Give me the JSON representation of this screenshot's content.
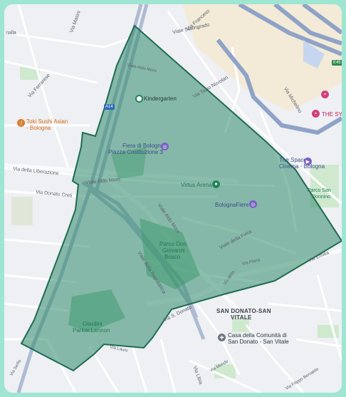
{
  "labels": {
    "via_stalingrado": "Viale Stalingrado",
    "via_ferrarese": "Via Ferrarese",
    "via_francesco": "Via Franceso",
    "viale_aldo_moro_top": "Viale Aldo Moro",
    "via_tazio_nuvolari": "Via Tazio Nuvolari",
    "via_michelino": "Via Michelino",
    "via_della_liberazione": "Via della Liberazione",
    "via_donato_creti": "Via Donato Creti",
    "viale_aldo_moro_mid": "Viale Aldo Moro",
    "viale_aldo_moro_diag": "Viale Aldo Moro",
    "viale_della_fiera": "Viale della Fiera",
    "viale_della_repubblica": "Viale della Repubblica",
    "via_s_donato": "Via S. Donato",
    "via_pirandello": "Via Piana",
    "via_a_vite": "Via della...",
    "via_libia": "Via Libia",
    "via_mondo": "Via Mondo",
    "via_filippo_re": "Via Filippo Beroaldo",
    "via_anna_cervi": "Via Serlio",
    "via_emilio": "Via Emilia",
    "via_lauro": "Via Lauro",
    "rialla": "rialla",
    "via_masini": "Via Masini"
  },
  "places": {
    "kindergarten": "Kindergarten",
    "toki_sushi_1": "Toki Sushi Asian",
    "toki_sushi_2": "- Bologna",
    "fiera_1": "Fiera di Bologna",
    "fiera_2": "Piazza Costituzione 3",
    "virtus_arena": "Virtus Arena",
    "bolognafiere": "BolognaFiere",
    "space_cinema_1": "The Space",
    "space_cinema_2": "Cinema - Bologna",
    "parco_san_donnino_1": "Parco San",
    "parco_san_donnino_2": "Donnino",
    "the_sydney": "THE SYDNE",
    "parco_don_bosco_1": "Parco Don",
    "parco_don_bosco_2": "Giovanni",
    "parco_don_bosco_3": "Bosco",
    "giardini_1": "Giardini",
    "giardini_2": "Parker Lennon",
    "san_donato_1": "SAN DONATO-SAN",
    "san_donato_2": "VITALE",
    "casa_comunita_1": "Casa della Comunità di",
    "casa_comunita_2": "San Donato - San Vitale"
  },
  "shields": {
    "a14": "A14",
    "e45": "E45"
  },
  "colors": {
    "polygon_fill": "#2f8a6a",
    "polygon_stroke": "#1e6b52",
    "frame_bg": "#9fe6d2"
  }
}
